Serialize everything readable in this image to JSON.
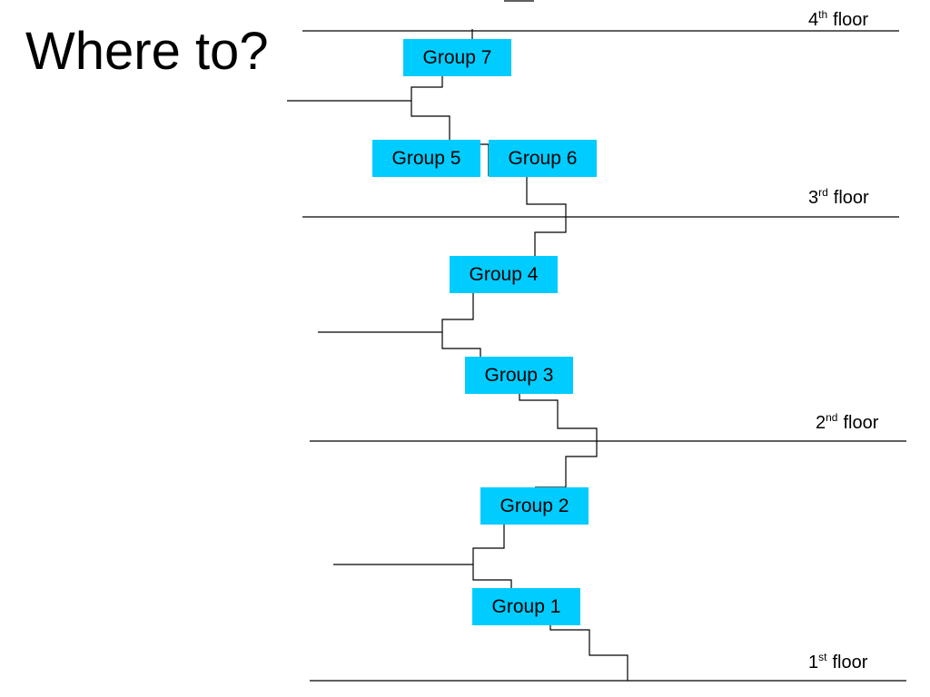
{
  "title": "Where to?",
  "colors": {
    "box_fill": "#00ccff",
    "line": "#000000",
    "background": "#ffffff"
  },
  "floors": [
    {
      "num": "4",
      "suffix": "th",
      "word": "floor"
    },
    {
      "num": "3",
      "suffix": "rd",
      "word": "floor"
    },
    {
      "num": "2",
      "suffix": "nd",
      "word": "floor"
    },
    {
      "num": "1",
      "suffix": "st",
      "word": "floor"
    }
  ],
  "groups": [
    {
      "label": "Group 7"
    },
    {
      "label": "Group 5"
    },
    {
      "label": "Group 6"
    },
    {
      "label": "Group 4"
    },
    {
      "label": "Group 3"
    },
    {
      "label": "Group 2"
    },
    {
      "label": "Group 1"
    }
  ]
}
